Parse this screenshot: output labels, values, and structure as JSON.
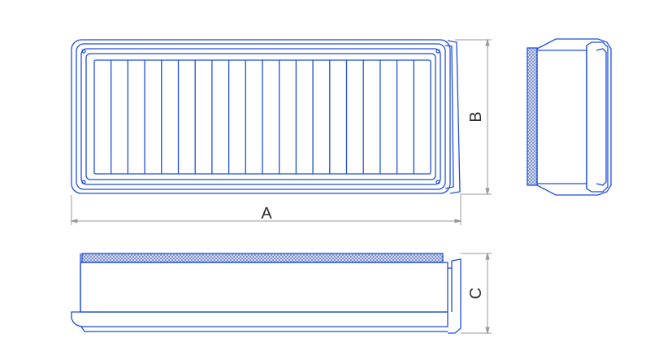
{
  "colors": {
    "outline": "#1f4fd8",
    "dimension": "#9a9a9a",
    "mesh": "#6f86c9",
    "background": "#ffffff"
  },
  "dimensions": {
    "length_label": "A",
    "width_label": "B",
    "height_label": "C"
  },
  "views": {
    "top": "filter-top-view",
    "side": "filter-side-view",
    "front": "filter-front-view"
  }
}
